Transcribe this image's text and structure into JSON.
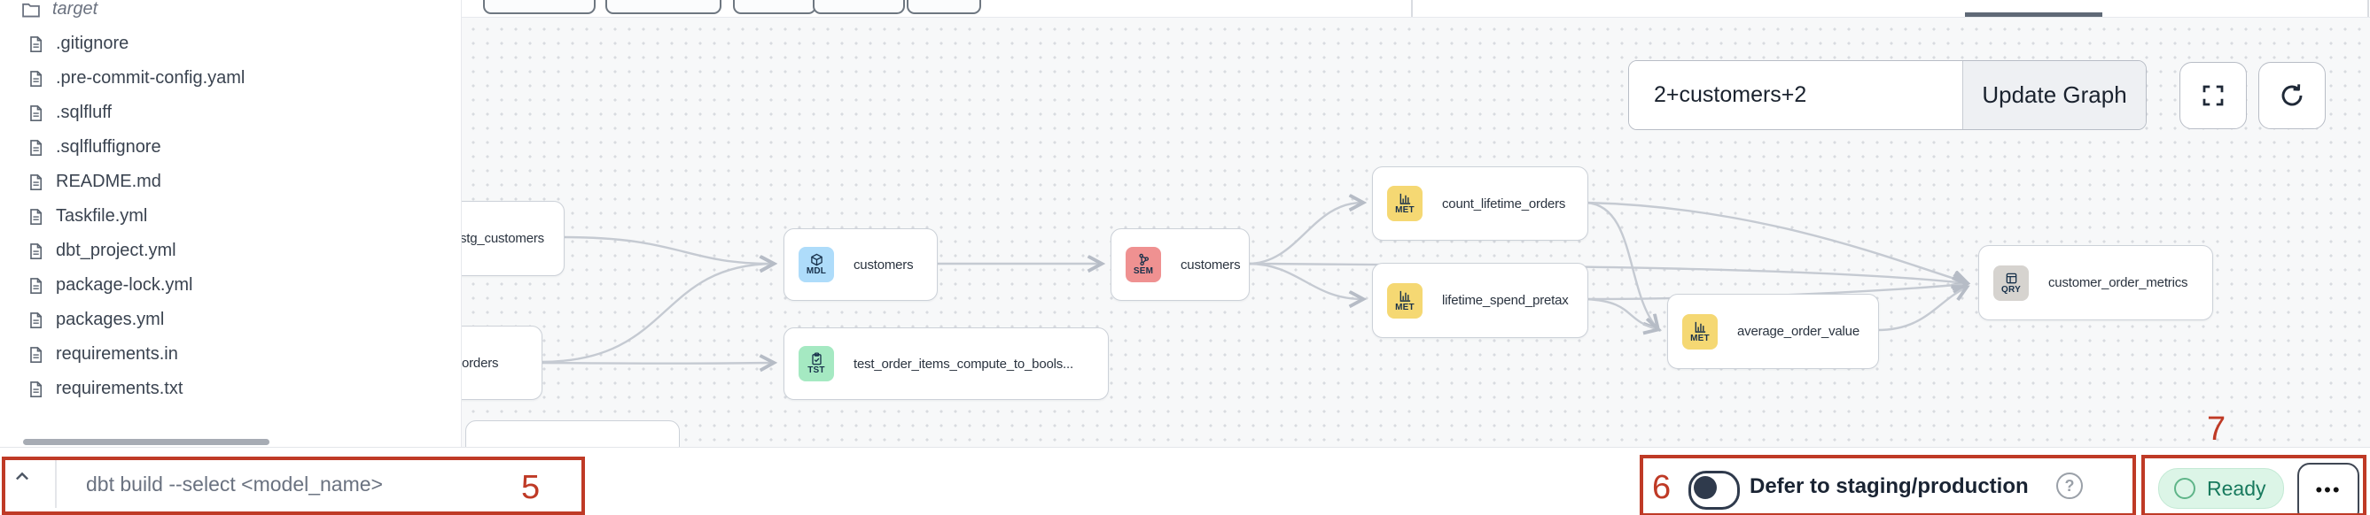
{
  "sidebar": {
    "folder_label": "target",
    "files": [
      ".gitignore",
      ".pre-commit-config.yaml",
      ".sqlfluff",
      ".sqlfluffignore",
      "README.md",
      "Taskfile.yml",
      "dbt_project.yml",
      "package-lock.yml",
      "packages.yml",
      "requirements.in",
      "requirements.txt"
    ]
  },
  "canvas_controls": {
    "selector_value": "2+customers+2",
    "update_button_label": "Update Graph"
  },
  "lineage": {
    "nodes": [
      {
        "label": "stg_customers"
      },
      {
        "label": "orders"
      },
      {
        "label": "customers",
        "badge": "MDL"
      },
      {
        "label": "test_order_items_compute_to_bools...",
        "badge": "TST"
      },
      {
        "label": "customers",
        "badge": "SEM"
      },
      {
        "label": "count_lifetime_orders",
        "badge": "MET"
      },
      {
        "label": "lifetime_spend_pretax",
        "badge": "MET"
      },
      {
        "label": "average_order_value",
        "badge": "MET"
      },
      {
        "label": "customer_order_metrics",
        "badge": "QRY"
      }
    ]
  },
  "bottom_bar": {
    "command_placeholder": "dbt build --select <model_name>",
    "defer_label": "Defer to staging/production",
    "help_glyph": "?",
    "status_label": "Ready",
    "ellipsis_glyph": "•••"
  },
  "annotations": {
    "command_bar_number": "5",
    "defer_number": "6",
    "status_menu_number": "7",
    "color": "#bf3a26"
  },
  "colors": {
    "model_badge": "#aedcfa",
    "test_badge": "#a5e9c2",
    "semantic_badge": "#ef9191",
    "metric_badge": "#f5d873",
    "query_badge": "#d6d3cf",
    "status_ready_text": "#187a5e",
    "annotation_red": "#bf3a26"
  }
}
